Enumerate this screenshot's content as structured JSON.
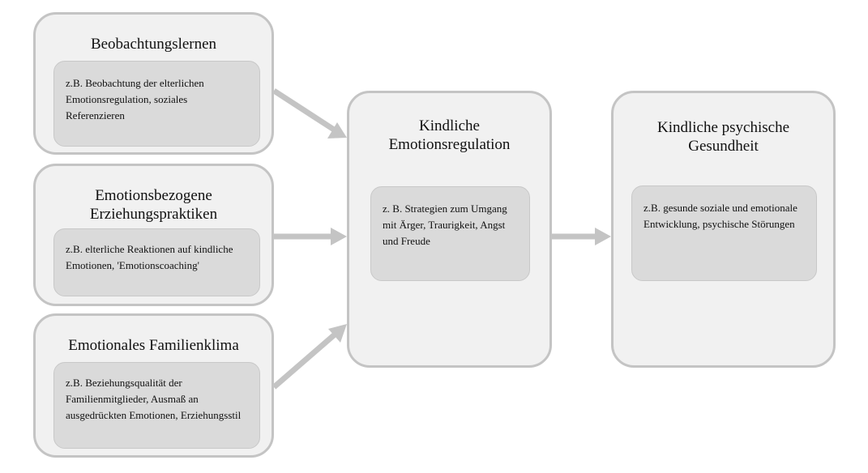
{
  "boxes": {
    "observational": {
      "title": "Beobachtungslernen",
      "description": "z.B. Beobachtung der elterlichen Emotionsregulation, soziales Referenzieren"
    },
    "parenting": {
      "title": "Emotionsbezogene Erziehungspraktiken",
      "description": "z.B. elterliche Reaktionen auf kindliche Emotionen, 'Emotionscoaching'"
    },
    "family_climate": {
      "title": "Emotionales Familienklima",
      "description": "z.B. Beziehungsqualität der Familienmitglieder, Ausmaß an ausgedrückten Emotionen, Erziehungsstil"
    },
    "emotion_regulation": {
      "title": "Kindliche Emotionsregulation",
      "description": "z. B. Strategien zum Umgang mit Ärger, Traurigkeit, Angst und Freude"
    },
    "mental_health": {
      "title": "Kindliche psychische Gesundheit",
      "description": "z.B. gesunde soziale und emotionale Entwicklung, psychische Störungen"
    }
  },
  "colors": {
    "outer_fill": "#f1f1f1",
    "outer_border": "#c4c4c4",
    "inner_fill": "#dadada",
    "arrow": "#c4c4c4"
  }
}
